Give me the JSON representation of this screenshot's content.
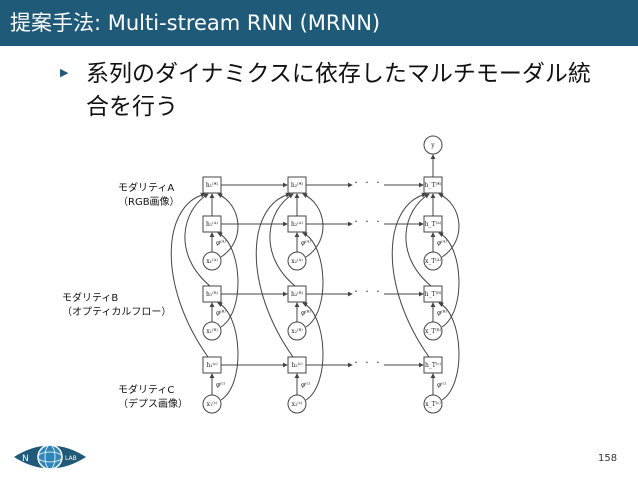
{
  "slide": {
    "title": "提案手法: Multi-stream RNN (MRNN)",
    "bullet_text": "系列のダイナミクスに依存したマルチモーダル統合を行う",
    "page_number": "158",
    "colors": {
      "title_bar": "#1f5a78",
      "text": "#111111",
      "diagram": "#444444"
    }
  },
  "diagram": {
    "modality_labels": {
      "A": [
        "モダリティA",
        "（RGB画像）"
      ],
      "B": [
        "モダリティB",
        "（オプティカルフロー）"
      ],
      "C": [
        "モダリティC",
        "（デプス画像）"
      ]
    },
    "output_node": "y",
    "ellipsis": "· · ·",
    "columns": [
      {
        "h_star": "h₁⁽*⁾",
        "hA": "h₁⁽ᴬ⁾",
        "phiA": "φ⁽ᴬ⁾",
        "xA": "x₁⁽ᴬ⁾",
        "hB": "h₁⁽ᴮ⁾",
        "phiB": "φ⁽ᴮ⁾",
        "xB": "x₁⁽ᴮ⁾",
        "hC": "h₁⁽ᶜ⁾",
        "phiC": "φ⁽ᶜ⁾",
        "xC": "x₁⁽ᶜ⁾"
      },
      {
        "h_star": "h₂⁽*⁾",
        "hA": "h₂⁽ᴬ⁾",
        "phiA": "φ⁽ᴬ⁾",
        "xA": "x₂⁽ᴬ⁾",
        "hB": "h₂⁽ᴮ⁾",
        "phiB": "φ⁽ᴮ⁾",
        "xB": "x₂⁽ᴮ⁾",
        "hC": "h₂⁽ᶜ⁾",
        "phiC": "φ⁽ᶜ⁾",
        "xC": "x₂⁽ᶜ⁾"
      },
      {
        "h_star": "h_T⁽*⁾",
        "hA": "h_T⁽ᴬ⁾",
        "phiA": "φ⁽ᴬ⁾",
        "xA": "x_T⁽ᴬ⁾",
        "hB": "h_T⁽ᴮ⁾",
        "phiB": "φ⁽ᴮ⁾",
        "xB": "x_T⁽ᴮ⁾",
        "hC": "h_T⁽ᶜ⁾",
        "phiC": "φ⁽ᶜ⁾",
        "xC": "x_T⁽ᶜ⁾"
      }
    ]
  },
  "logo": {
    "left_text": "N",
    "right_text": "LAB",
    "icon": "eye-globe-logo-icon"
  }
}
